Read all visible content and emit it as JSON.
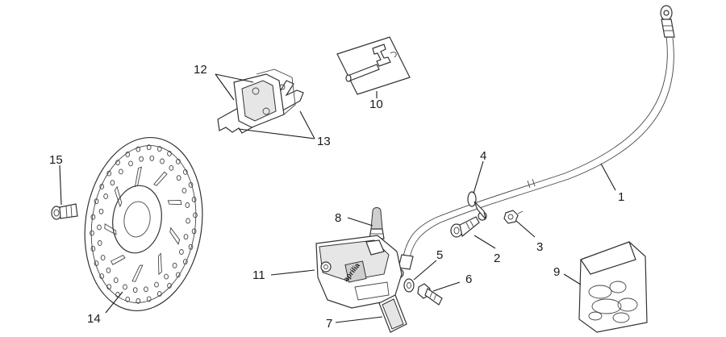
{
  "callouts": [
    {
      "id": "1",
      "text": "1"
    },
    {
      "id": "2",
      "text": "2"
    },
    {
      "id": "3",
      "text": "3"
    },
    {
      "id": "4",
      "text": "4"
    },
    {
      "id": "5",
      "text": "5"
    },
    {
      "id": "6",
      "text": "6"
    },
    {
      "id": "7",
      "text": "7"
    },
    {
      "id": "8",
      "text": "8"
    },
    {
      "id": "9",
      "text": "9"
    },
    {
      "id": "10",
      "text": "10"
    },
    {
      "id": "11",
      "text": "11"
    },
    {
      "id": "12",
      "text": "12"
    },
    {
      "id": "13",
      "text": "13"
    },
    {
      "id": "14",
      "text": "14"
    },
    {
      "id": "15",
      "text": "15"
    }
  ],
  "caliper_brand": "aprilia"
}
